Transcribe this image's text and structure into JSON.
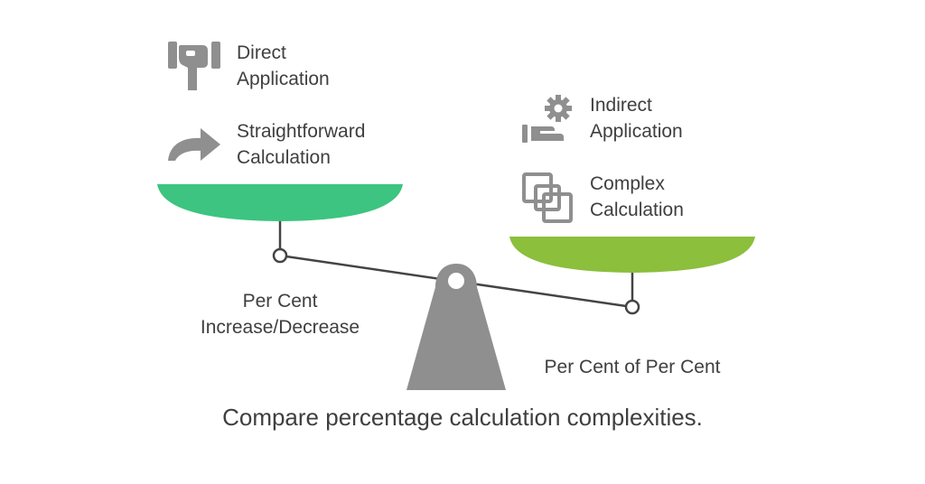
{
  "colors": {
    "left_pan": "#3cc480",
    "right_pan": "#8bbf3c",
    "stand": "#8f8f8f",
    "beam": "#444444",
    "icon": "#8f8f8f",
    "text": "#3f3f3f"
  },
  "left_side": {
    "items": [
      {
        "line1": "Direct",
        "line2": "Application",
        "icon": "hand-pointing-icon"
      },
      {
        "line1": "Straightforward",
        "line2": "Calculation",
        "icon": "curved-arrow-icon"
      }
    ],
    "pan_label": {
      "line1": "Per Cent",
      "line2": "Increase/Decrease"
    }
  },
  "right_side": {
    "items": [
      {
        "line1": "Indirect",
        "line2": "Application",
        "icon": "gear-hand-icon"
      },
      {
        "line1": "Complex",
        "line2": "Calculation",
        "icon": "overlapping-squares-icon"
      }
    ],
    "pan_label": {
      "line1": "Per Cent of Per Cent"
    }
  },
  "caption": "Compare percentage calculation complexities."
}
